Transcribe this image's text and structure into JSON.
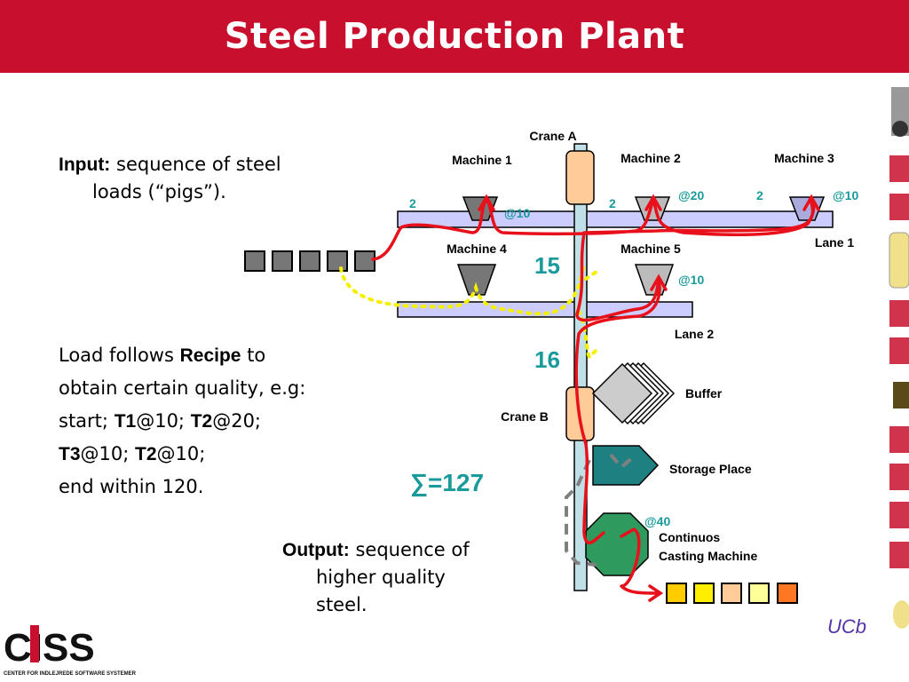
{
  "title": "Steel Production Plant",
  "input": {
    "label": "Input:",
    "text1": "sequence of steel",
    "text2": "loads (“pigs”)."
  },
  "recipe": {
    "line1_pre": "Load follows",
    "line1_bold": "Recipe",
    "line1_post": "to",
    "line2": "obtain certain quality, e.g:",
    "line3_pre": "start;",
    "t1": "T1",
    "line3_mid": "@10;",
    "t2": "T2",
    "line3_post": "@20;",
    "t3": "T3",
    "line4_mid": "@10;",
    "t2b": "T2",
    "line4_post": "@10;",
    "line5": "end within 120."
  },
  "output": {
    "label": "Output:",
    "text1": "sequence of",
    "text2": "higher quality",
    "text3": "steel."
  },
  "diagram": {
    "crane_a": "Crane A",
    "crane_b": "Crane B",
    "machine1": "Machine 1",
    "machine2": "Machine 2",
    "machine3": "Machine 3",
    "machine4": "Machine 4",
    "machine5": "Machine 5",
    "lane1": "Lane 1",
    "lane2": "Lane 2",
    "buffer": "Buffer",
    "storage": "Storage Place",
    "casting1": "Continuos",
    "casting2": "Casting Machine",
    "m1_time": "@10",
    "m2_time": "@20",
    "m3_time": "@10",
    "m5_time": "@10",
    "casting_time": "@40",
    "num_2a": "2",
    "num_2b": "2",
    "num_2c": "2",
    "num_15": "15",
    "num_16": "16",
    "sum": "∑=127"
  },
  "logos": {
    "ciss": "CISS",
    "ciss_sub": "CENTER FOR INDLEJREDE SOFTWARE SYSTEMER",
    "ucb": "UCb"
  },
  "colors": {
    "title_bar": "#c8102e",
    "red_path": "#e8101a",
    "yellow_path": "#f5f000",
    "teal": "#1a9a9a",
    "lane": "#ccccff",
    "crane": "#ffcc99",
    "rail": "#c0e0e8"
  }
}
